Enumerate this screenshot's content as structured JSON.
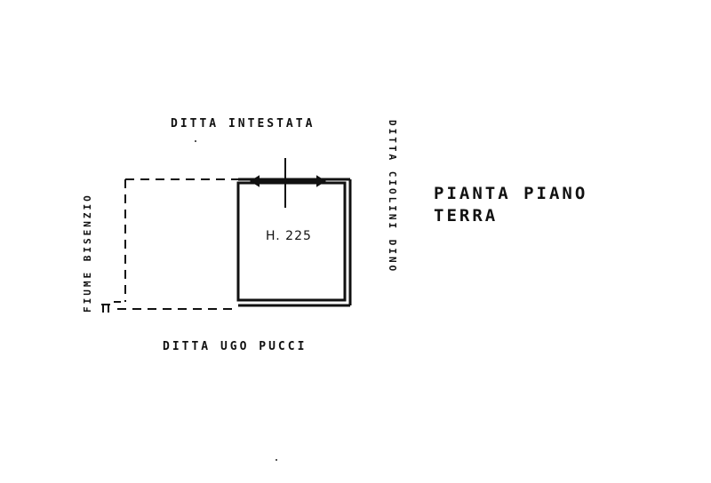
{
  "labels": {
    "top": "DITTA INTESTATA",
    "bottom": "DITTA UGO PUCCI",
    "left": "FIUME BISENZIO",
    "right": "DITTA CIOLINI DINO",
    "room_height": "H. 225"
  },
  "title": {
    "line1": "PIANTA PIANO",
    "line2": "TERRA"
  }
}
